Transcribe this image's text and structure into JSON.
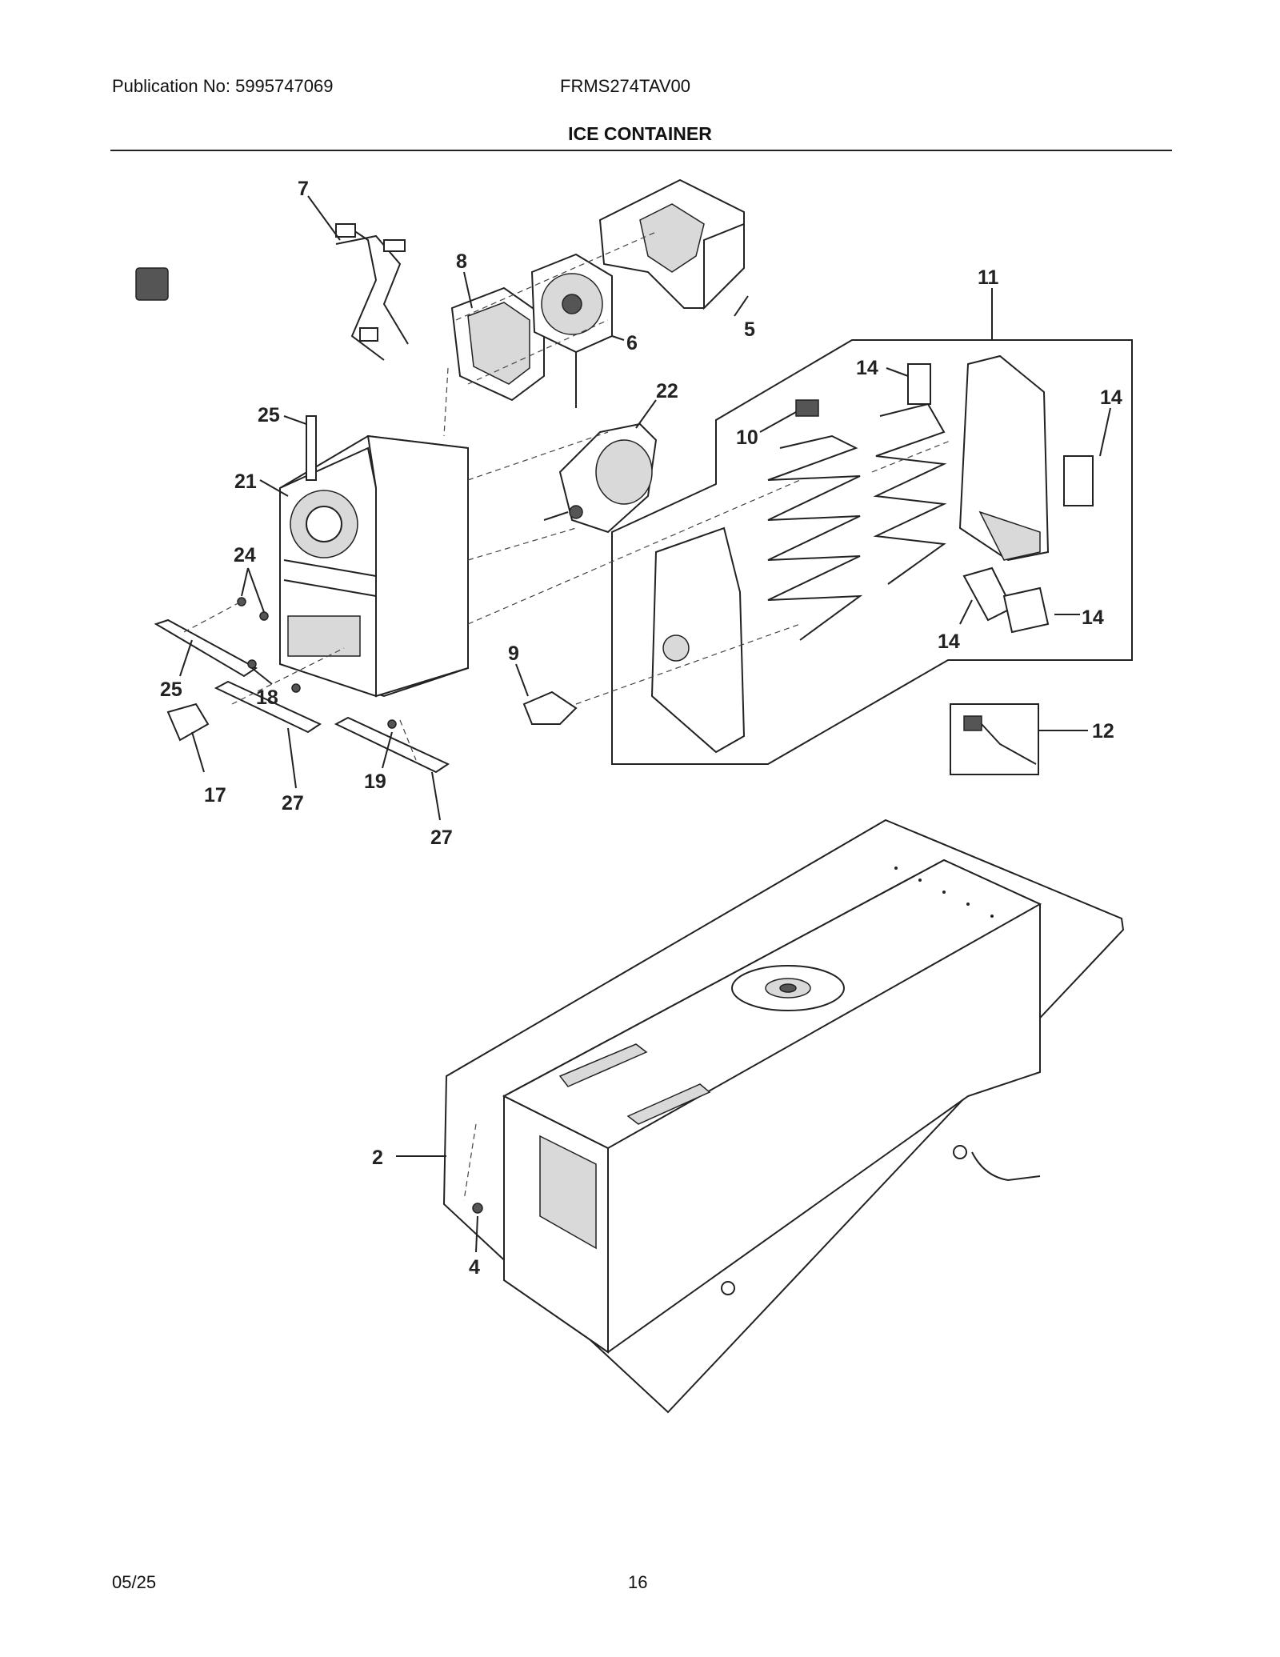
{
  "header": {
    "publication": "Publication No: 5995747069",
    "model": "FRMS274TAV00",
    "title": "ICE CONTAINER"
  },
  "footer": {
    "date": "05/25",
    "page": "16"
  },
  "callouts": {
    "c7": "7",
    "c8": "8",
    "c6": "6",
    "c5": "5",
    "c11": "11",
    "c14a": "14",
    "c14b": "14",
    "c14c": "14",
    "c14d": "14",
    "c22": "22",
    "c10": "10",
    "c25a": "25",
    "c21": "21",
    "c24": "24",
    "c25b": "25",
    "c18": "18",
    "c9": "9",
    "c12": "12",
    "c17": "17",
    "c27a": "27",
    "c19": "19",
    "c27b": "27",
    "c2": "2",
    "c4": "4"
  }
}
